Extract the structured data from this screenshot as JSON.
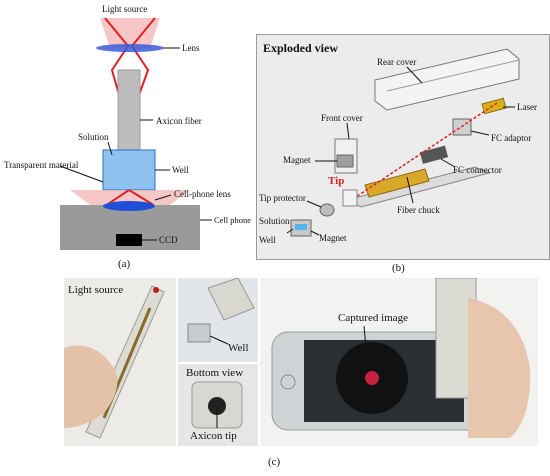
{
  "panel_a": {
    "caption": "(a)",
    "labels": {
      "light_source": "Light source",
      "lens": "Lens",
      "solution": "Solution",
      "axicon_fiber": "Axicon fiber",
      "transparent_material": "Transparent material",
      "well": "Well",
      "cellphone_lens": "Cell-phone lens",
      "cell_phone": "Cell phone",
      "ccd": "CCD"
    }
  },
  "panel_b": {
    "caption": "(b)",
    "title": "Exploded view",
    "labels": {
      "rear_cover": "Rear cover",
      "laser": "Laser",
      "front_cover": "Front cover",
      "fc_adaptor": "FC adaptor",
      "magnet_top": "Magnet",
      "fc_connector": "FC connector",
      "tip_protector": "Tip protector",
      "tip": "Tip",
      "fiber_chuck": "Fiber chuck",
      "solution": "Solution",
      "well": "Well",
      "magnet_bottom": "Magnet"
    }
  },
  "panel_c": {
    "caption": "(c)",
    "labels": {
      "light_source": "Light source",
      "well": "Well",
      "bottom_view": "Bottom view",
      "axicon_tip": "Axicon tip",
      "captured_image": "Captured image"
    }
  },
  "colors": {
    "beam_red": "#e02020",
    "lens_blue": "#3a5bd8",
    "fiber_gray": "#b8b8b8",
    "phone_gray": "#9a9a9a",
    "chuck_gold": "#d9a82a"
  }
}
